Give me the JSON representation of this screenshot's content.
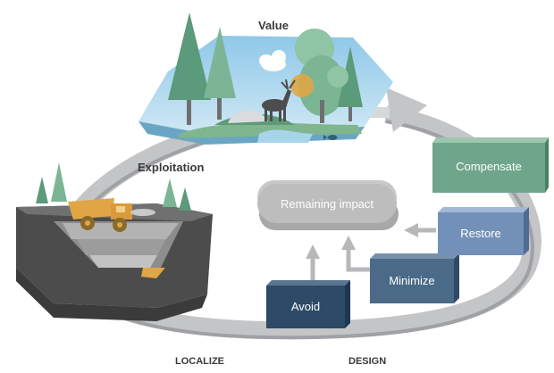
{
  "labels": {
    "value": "Value",
    "exploitation": "Exploitation",
    "localize": "LOCALIZE",
    "design": "DESIGN"
  },
  "steps": {
    "avoid": "Avoid",
    "minimize": "Minimize",
    "restore": "Restore",
    "compensate": "Compensate"
  },
  "remaining_impact": "Remaining impact",
  "colors": {
    "avoid": "#2d4a66",
    "minimize": "#4a6a88",
    "restore": "#7391b8",
    "compensate": "#6fa58a",
    "cycle_arrow": "#bfc0c2",
    "remaining_impact": "#bdbdbd"
  }
}
